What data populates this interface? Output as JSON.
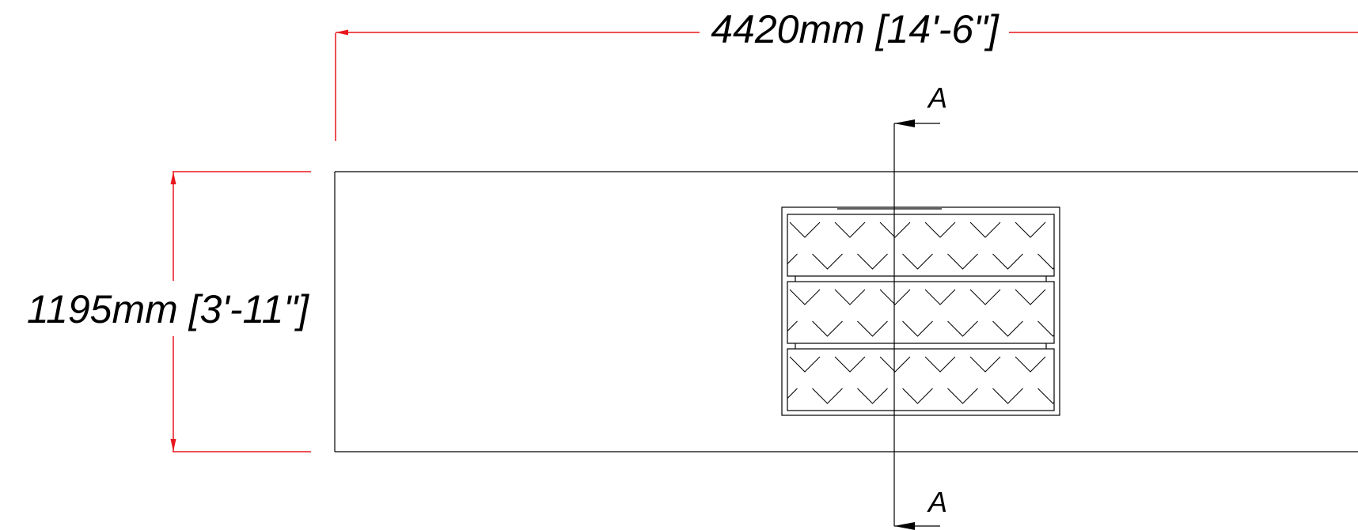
{
  "drawing": {
    "width_dimension": "4420mm [14'-6\"]",
    "height_dimension": "1195mm [3'-11\"]",
    "section_mark_top": "A",
    "section_mark_bottom": "A",
    "colors": {
      "dimension": "#e8171d",
      "outline": "#000000",
      "background": "#ffffff"
    },
    "hatch_pattern": "diamond-plate",
    "panel_count": 3
  }
}
